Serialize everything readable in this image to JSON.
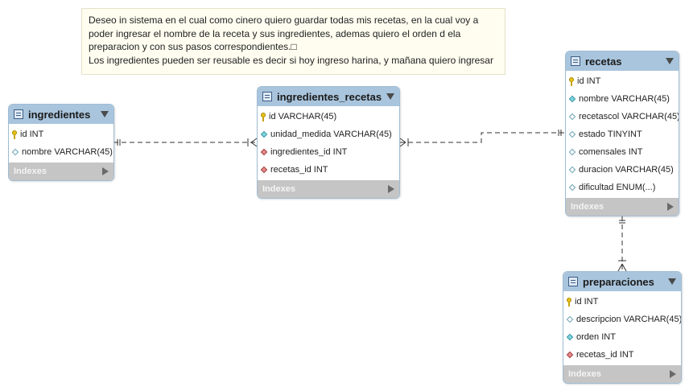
{
  "note": {
    "lines": [
      "Deseo in sistema en el cual como cinero quiero guardar todas mis recetas, en la cual voy a",
      "poder ingresar el nombre de la receta y sus ingredientes, ademas quiero el orden d ela",
      "preparacion y con sus pasos correspondientes.□",
      "Los ingredientes pueden ser reusable es decir si hoy ingreso harina, y mañana quiero ingresar"
    ]
  },
  "tables": {
    "ingredientes": {
      "name": "ingredientes",
      "columns": [
        {
          "text": "id INT",
          "icon": "key-icon"
        },
        {
          "text": "nombre VARCHAR(45)",
          "icon": "hollow-diamond-icon"
        }
      ],
      "indexes": "Indexes"
    },
    "ingredientes_recetas": {
      "name": "ingredientes_recetas",
      "columns": [
        {
          "text": "id VARCHAR(45)",
          "icon": "key-icon"
        },
        {
          "text": "unidad_medida VARCHAR(45)",
          "icon": "teal-diamond-icon"
        },
        {
          "text": "ingredientes_id INT",
          "icon": "red-diamond-icon"
        },
        {
          "text": "recetas_id INT",
          "icon": "red-diamond-icon"
        }
      ],
      "indexes": "Indexes"
    },
    "recetas": {
      "name": "recetas",
      "columns": [
        {
          "text": "id INT",
          "icon": "key-icon"
        },
        {
          "text": "nombre VARCHAR(45)",
          "icon": "teal-diamond-icon"
        },
        {
          "text": "recetascol VARCHAR(45)",
          "icon": "hollow-diamond-icon"
        },
        {
          "text": "estado TINYINT",
          "icon": "hollow-diamond-icon"
        },
        {
          "text": "comensales INT",
          "icon": "hollow-diamond-icon"
        },
        {
          "text": "duracion VARCHAR(45)",
          "icon": "hollow-diamond-icon"
        },
        {
          "text": "dificultad ENUM(...)",
          "icon": "hollow-diamond-icon"
        }
      ],
      "indexes": "Indexes"
    },
    "preparaciones": {
      "name": "preparaciones",
      "columns": [
        {
          "text": "id INT",
          "icon": "key-icon"
        },
        {
          "text": "descripcion VARCHAR(45)",
          "icon": "hollow-diamond-icon"
        },
        {
          "text": "orden INT",
          "icon": "teal-diamond-icon"
        },
        {
          "text": "recetas_id INT",
          "icon": "red-diamond-icon"
        }
      ],
      "indexes": "Indexes"
    }
  },
  "relationships": [
    {
      "from": "ingredientes",
      "to": "ingredientes_recetas",
      "from_card": "one",
      "to_card": "many"
    },
    {
      "from": "recetas",
      "to": "ingredientes_recetas",
      "from_card": "one",
      "to_card": "many"
    },
    {
      "from": "recetas",
      "to": "preparaciones",
      "from_card": "one",
      "to_card": "many"
    }
  ],
  "colors": {
    "header": "#a9c5dd",
    "indexes_bar": "#c5c5c5",
    "note_bg": "#fefdf0",
    "connector": "#333333"
  }
}
